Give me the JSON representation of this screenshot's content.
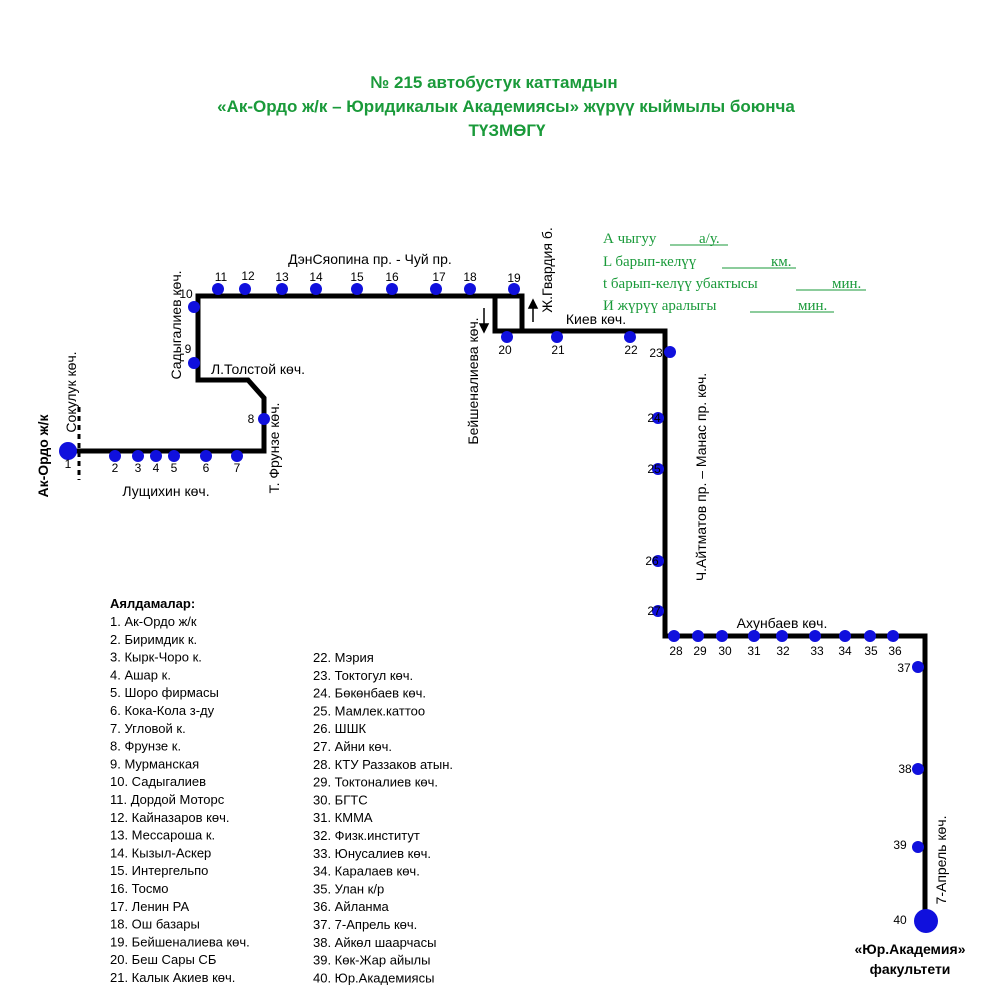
{
  "title": {
    "line1": "№ 215 автобустук каттамдын",
    "line2": "«Ак-Ордо ж/к – Юридикалык Академиясы» жүрүү кыймылы боюнча",
    "line3": "ТҮЗМӨГҮ"
  },
  "info": {
    "a_label": "А чыгуу",
    "a_unit": "а/у.",
    "l_label": "L барып-келүү",
    "l_unit": "км.",
    "t_label": "t барып-келүү убактысы",
    "t_unit": "мин.",
    "i_label": "И жүрүү аралыгы",
    "i_unit": "мин."
  },
  "streets": {
    "sokuluk": "Сокулук көч.",
    "akordo": "Ак-Ордо ж/к",
    "lushchikhin": "Лущихин көч.",
    "sadygaliev": "Садыгалиев көч.",
    "tolstoy": "Л.Толстой көч.",
    "frunze": "Т. Фрунзе көч.",
    "chuy": "ДэнСяопина пр. - Чуй пр.",
    "gvardia": "Ж.Гвардия б.",
    "beishenalieva": "Бейшеналиева көч.",
    "kiev": "Киев көч.",
    "aitmatov": "Ч.Айтматов пр. – Манас пр. көч.",
    "akhunbaev": "Ахунбаев көч.",
    "aprel": "7-Апрель көч."
  },
  "terminal_end": {
    "line1": "«Юр.Академия»",
    "line2": "факультети"
  },
  "stop_numbers": [
    "1",
    "2",
    "3",
    "4",
    "5",
    "6",
    "7",
    "8",
    "9",
    "10",
    "11",
    "12",
    "13",
    "14",
    "15",
    "16",
    "17",
    "18",
    "19",
    "20",
    "21",
    "22",
    "23",
    "24",
    "25",
    "26",
    "27",
    "28",
    "29",
    "30",
    "31",
    "32",
    "33",
    "34",
    "35",
    "36",
    "37",
    "38",
    "39",
    "40"
  ],
  "stops_heading": "Аялдамалар:",
  "stops": [
    "1. Ак-Ордо ж/к",
    "2. Биримдик к.",
    "3. Кырк-Чоро к.",
    "4. Ашар к.",
    "5. Шоро фирмасы",
    "6. Кока-Кола з-ду",
    "7. Угловой к.",
    "8. Фрунзе к.",
    "9. Мурманская",
    "10. Садыгалиев",
    "11. Дордой Моторс",
    "12. Кайназаров көч.",
    "13. Мессароша к.",
    "14. Кызыл-Аскер",
    "15. Интергельпо",
    "16. Тосмо",
    "17. Ленин РА",
    "18. Ош базары",
    "19. Бейшеналиева көч.",
    "20. Беш Сары СБ",
    "21. Калык Акиев көч.",
    "22. Мэрия",
    "23. Токтогул көч.",
    "24. Бөкөнбаев көч.",
    "25. Мамлек.каттоо",
    "26. ШШК",
    "27. Айни көч.",
    "28. КТУ Раззаков атын.",
    "29. Токтоналиев көч.",
    "30. БГТС",
    "31. КММА",
    "32. Физк.институт",
    "33. Юнусалиев көч.",
    "34. Каралаев көч.",
    "35. Улан к/р",
    "36. Айланма",
    "37. 7-Апрель көч.",
    "38. Айкөл шаарчасы",
    "39. Көк-Жар айылы",
    "40. Юр.Академиясы"
  ],
  "colors": {
    "title": "#1a9a3a",
    "stop": "#1010dd",
    "route": "#000000"
  }
}
